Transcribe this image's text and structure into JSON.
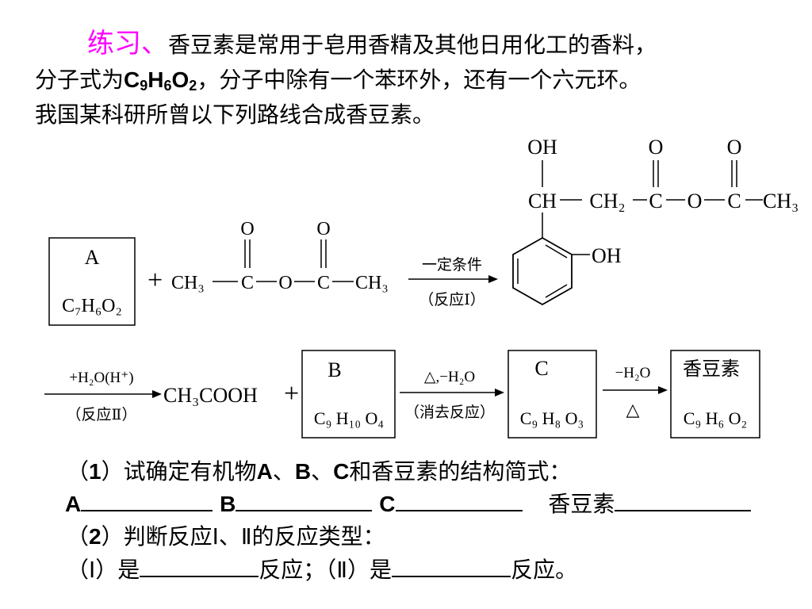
{
  "intro": {
    "label": "练习、",
    "line1": "香豆素是常用于皂用香精及其他日用化工的香料，",
    "line2_pre": "分子式为",
    "formula": {
      "C": "C",
      "c_sub": "9",
      "H": "H",
      "h_sub": "6",
      "O": "O",
      "o_sub": "2"
    },
    "line2_post": "，分子中除有一个苯环外，还有一个六元环。",
    "line3": "我国某科研所曾以下列路线合成香豆素。"
  },
  "scheme": {
    "boxA": {
      "name": "A",
      "formula": "C₇H₆O₂"
    },
    "plus": "+",
    "anhydride": {
      "o_top": "O",
      "ch3_left": "CH₃",
      "c": "C",
      "o_mid": "O",
      "ch3_right": "CH₃"
    },
    "arrow1": {
      "top": "一定条件",
      "bottom": "（反应Ⅰ）"
    },
    "product": {
      "oh": "OH",
      "ch": "CH",
      "ch2": "CH₂",
      "c": "C",
      "o": "O",
      "ch3": "CH₃",
      "ring_oh": "OH"
    },
    "arrow2": {
      "top": "+H₂O(H⁺)",
      "bottom": "（反应Ⅱ）"
    },
    "acetic": "CH₃COOH",
    "boxB": {
      "name": "B",
      "formula": "C₉ H₁₀ O₄"
    },
    "arrow3": {
      "top": "△,−H₂O",
      "bottom": "（消去反应）"
    },
    "boxC": {
      "name": "C",
      "formula": "C₉ H₈ O₃"
    },
    "arrow4": {
      "top": "−H₂O",
      "bottom": "△"
    },
    "boxD": {
      "name": "香豆素",
      "formula": "C₉ H₆ O₂"
    }
  },
  "questions": {
    "q1_num": "1",
    "q1_text": "试确定有机物",
    "q1_a": "A",
    "q1_sep1": "、",
    "q1_b": "B",
    "q1_sep2": "、",
    "q1_c": "C",
    "q1_end": "和香豆素的结构简式：",
    "a_label": "A",
    "b_label": "B",
    "c_label": "C",
    "d_label": "香豆素",
    "q2_num": "2",
    "q2_text": "判断反应Ⅰ、Ⅱ的反应类型：",
    "ans_i_pre": "（Ⅰ）是",
    "ans_i_mid": "反应；（Ⅱ）是",
    "ans_ii_end": "反应。"
  }
}
